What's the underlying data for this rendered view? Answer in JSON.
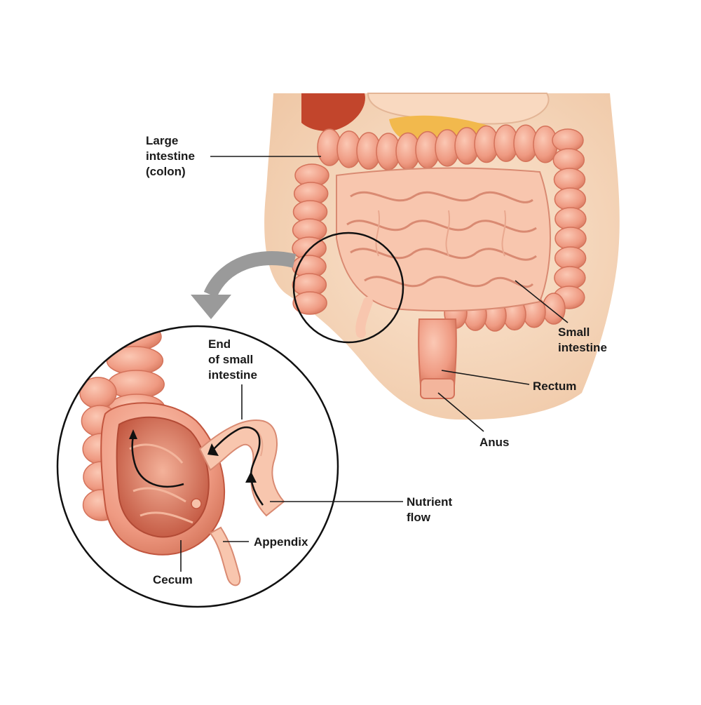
{
  "labels": {
    "large_intestine": [
      "Large",
      "intestine",
      "(colon)"
    ],
    "end_of_small_intestine": [
      "End",
      "of small",
      "intestine"
    ],
    "small_intestine": [
      "Small",
      "intestine"
    ],
    "rectum": "Rectum",
    "anus": "Anus",
    "nutrient_flow": [
      "Nutrient",
      "flow"
    ],
    "appendix": "Appendix",
    "cecum": "Cecum"
  },
  "colors": {
    "skin": "#f6d8bb",
    "skin_shade": "#eec3a0",
    "colon": "#ef9a82",
    "colon_light": "#f7b9a3",
    "colon_dark": "#d4725a",
    "small_intestine": "#f8c6ae",
    "small_intestine_line": "#d98a72",
    "liver": "#c2452c",
    "pancreas": "#f2b94d",
    "stomach": "#f9d9c0",
    "line": "#1a1a1a",
    "arrow_gray": "#9a9a9a"
  }
}
